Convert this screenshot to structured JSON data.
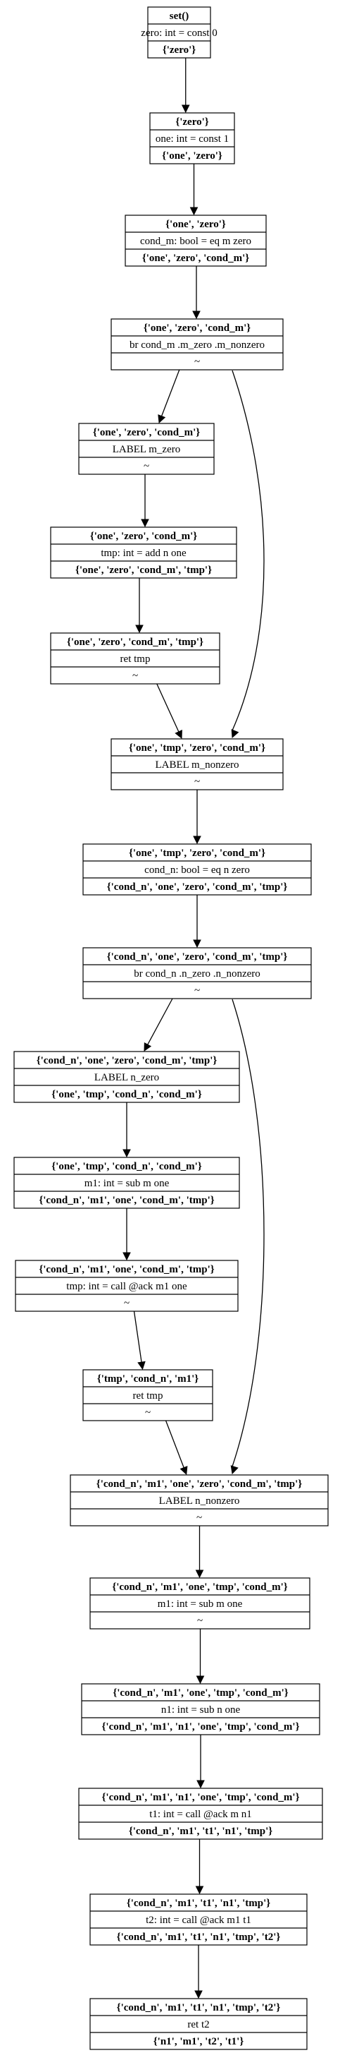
{
  "nodes": [
    {
      "id": "set",
      "rows": [
        "set()",
        "zero: int = const 0",
        "{'zero'}"
      ],
      "bold": [
        true,
        false,
        true
      ]
    },
    {
      "id": "const1",
      "rows": [
        "{'zero'}",
        "one: int = const 1",
        "{'one', 'zero'}"
      ],
      "bold": [
        true,
        false,
        true
      ]
    },
    {
      "id": "condm",
      "rows": [
        "{'one', 'zero'}",
        "cond_m: bool = eq m zero",
        "{'one', 'zero', 'cond_m'}"
      ],
      "bold": [
        true,
        false,
        true
      ]
    },
    {
      "id": "brm",
      "rows": [
        "{'one', 'zero', 'cond_m'}",
        "br cond_m .m_zero .m_nonzero",
        "~"
      ],
      "bold": [
        true,
        false,
        false
      ]
    },
    {
      "id": "mzero",
      "rows": [
        "{'one', 'zero', 'cond_m'}",
        "LABEL m_zero",
        "~"
      ],
      "bold": [
        true,
        false,
        false
      ]
    },
    {
      "id": "tmpadd",
      "rows": [
        "{'one', 'zero', 'cond_m'}",
        "tmp: int = add n one",
        "{'one', 'zero', 'cond_m', 'tmp'}"
      ],
      "bold": [
        true,
        false,
        true
      ]
    },
    {
      "id": "ret1",
      "rows": [
        "{'one', 'zero', 'cond_m', 'tmp'}",
        "ret tmp",
        "~"
      ],
      "bold": [
        true,
        false,
        false
      ]
    },
    {
      "id": "mnonzero",
      "rows": [
        "{'one', 'tmp', 'zero', 'cond_m'}",
        "LABEL m_nonzero",
        "~"
      ],
      "bold": [
        true,
        false,
        false
      ]
    },
    {
      "id": "condn",
      "rows": [
        "{'one', 'tmp', 'zero', 'cond_m'}",
        "cond_n: bool = eq n zero",
        "{'cond_n', 'one', 'zero', 'cond_m', 'tmp'}"
      ],
      "bold": [
        true,
        false,
        true
      ]
    },
    {
      "id": "brn",
      "rows": [
        "{'cond_n', 'one', 'zero', 'cond_m', 'tmp'}",
        "br cond_n .n_zero .n_nonzero",
        "~"
      ],
      "bold": [
        true,
        false,
        false
      ]
    },
    {
      "id": "nzero",
      "rows": [
        "{'cond_n', 'one', 'zero', 'cond_m', 'tmp'}",
        "LABEL n_zero",
        "{'one', 'tmp', 'cond_n', 'cond_m'}"
      ],
      "bold": [
        true,
        false,
        true
      ]
    },
    {
      "id": "m1sub",
      "rows": [
        "{'one', 'tmp', 'cond_n', 'cond_m'}",
        "m1: int = sub m one",
        "{'cond_n', 'm1', 'one', 'cond_m', 'tmp'}"
      ],
      "bold": [
        true,
        false,
        true
      ]
    },
    {
      "id": "callack1",
      "rows": [
        "{'cond_n', 'm1', 'one', 'cond_m', 'tmp'}",
        "tmp: int = call @ack m1 one",
        "~"
      ],
      "bold": [
        true,
        false,
        false
      ]
    },
    {
      "id": "ret2",
      "rows": [
        "{'tmp', 'cond_n', 'm1'}",
        "ret tmp",
        "~"
      ],
      "bold": [
        true,
        false,
        false
      ]
    },
    {
      "id": "nnonzero",
      "rows": [
        "{'cond_n', 'm1', 'one', 'zero', 'cond_m', 'tmp'}",
        "LABEL n_nonzero",
        "~"
      ],
      "bold": [
        true,
        false,
        false
      ]
    },
    {
      "id": "m1sub2",
      "rows": [
        "{'cond_n', 'm1', 'one', 'tmp', 'cond_m'}",
        "m1: int = sub m one",
        "~"
      ],
      "bold": [
        true,
        false,
        false
      ]
    },
    {
      "id": "n1sub",
      "rows": [
        "{'cond_n', 'm1', 'one', 'tmp', 'cond_m'}",
        "n1: int = sub n one",
        "{'cond_n', 'm1', 'n1', 'one', 'tmp', 'cond_m'}"
      ],
      "bold": [
        true,
        false,
        true
      ]
    },
    {
      "id": "t1call",
      "rows": [
        "{'cond_n', 'm1', 'n1', 'one', 'tmp', 'cond_m'}",
        "t1: int = call @ack m n1",
        "{'cond_n', 'm1', 't1', 'n1', 'tmp'}"
      ],
      "bold": [
        true,
        false,
        true
      ]
    },
    {
      "id": "t2call",
      "rows": [
        "{'cond_n', 'm1', 't1', 'n1', 'tmp'}",
        "t2: int = call @ack m1 t1",
        "{'cond_n', 'm1', 't1', 'n1', 'tmp', 't2'}"
      ],
      "bold": [
        true,
        false,
        true
      ]
    },
    {
      "id": "ret3",
      "rows": [
        "{'cond_n', 'm1', 't1', 'n1', 'tmp', 't2'}",
        "ret t2",
        "{'n1', 'm1', 't2', 't1'}"
      ],
      "bold": [
        true,
        false,
        true
      ]
    }
  ],
  "edges": [
    {
      "from": "set",
      "to": "const1"
    },
    {
      "from": "const1",
      "to": "condm"
    },
    {
      "from": "condm",
      "to": "brm"
    },
    {
      "from": "brm",
      "to": "mzero"
    },
    {
      "from": "brm",
      "to": "mnonzero"
    },
    {
      "from": "mzero",
      "to": "tmpadd"
    },
    {
      "from": "tmpadd",
      "to": "ret1"
    },
    {
      "from": "ret1",
      "to": "mnonzero"
    },
    {
      "from": "mnonzero",
      "to": "condn"
    },
    {
      "from": "condn",
      "to": "brn"
    },
    {
      "from": "brn",
      "to": "nzero"
    },
    {
      "from": "brn",
      "to": "nnonzero"
    },
    {
      "from": "nzero",
      "to": "m1sub"
    },
    {
      "from": "m1sub",
      "to": "callack1"
    },
    {
      "from": "callack1",
      "to": "ret2"
    },
    {
      "from": "ret2",
      "to": "nnonzero"
    },
    {
      "from": "nnonzero",
      "to": "m1sub2"
    },
    {
      "from": "m1sub2",
      "to": "n1sub"
    },
    {
      "from": "n1sub",
      "to": "t1call"
    },
    {
      "from": "t1call",
      "to": "t2call"
    },
    {
      "from": "t2call",
      "to": "ret3"
    }
  ]
}
